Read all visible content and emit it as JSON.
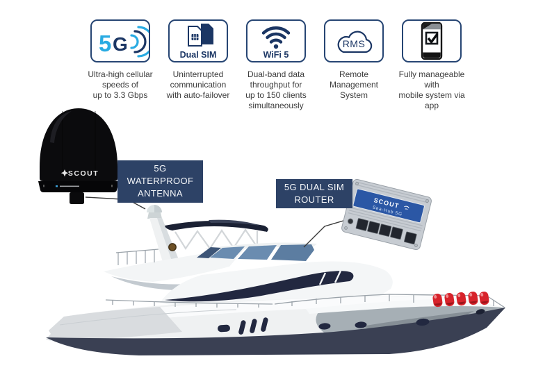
{
  "colors": {
    "accent_blue": "#29abe2",
    "icon_navy": "#1b3664",
    "box_border_navy": "#264573",
    "callout_bg": "#2d4266",
    "fender_red": "#d7232b",
    "hull_dark": "#3a4053",
    "windshield_blue": "#6787ac"
  },
  "features": {
    "items": [
      {
        "icon": "5g-signal-icon",
        "icon_text_5": "5",
        "icon_text_g": "G",
        "caption": "Ultra-high cellular\nspeeds of\nup to 3.3 Gbps"
      },
      {
        "icon": "dual-sim-icon",
        "icon_label": "Dual SIM",
        "caption": "Uninterrupted\ncommunication\nwith auto-failover"
      },
      {
        "icon": "wifi-icon",
        "icon_label": "WiFi 5",
        "caption": "Dual-band data\nthroughput for\nup to 150 clients\nsimultaneously"
      },
      {
        "icon": "rms-cloud-icon",
        "icon_label": "RMS",
        "caption": "Remote\nManagement\nSystem"
      },
      {
        "icon": "smartphone-check-icon",
        "caption": "Fully manageable with\nmobile system via app"
      }
    ]
  },
  "callouts": {
    "antenna": {
      "line1": "5G WATERPROOF",
      "line2": "ANTENNA"
    },
    "router": {
      "line1": "5G DUAL SIM",
      "line2": "ROUTER"
    }
  },
  "devices": {
    "antenna": {
      "brand": "SCOUT"
    },
    "router": {
      "brand": "SCOUT",
      "model": "Sea-Hub 5G"
    }
  }
}
